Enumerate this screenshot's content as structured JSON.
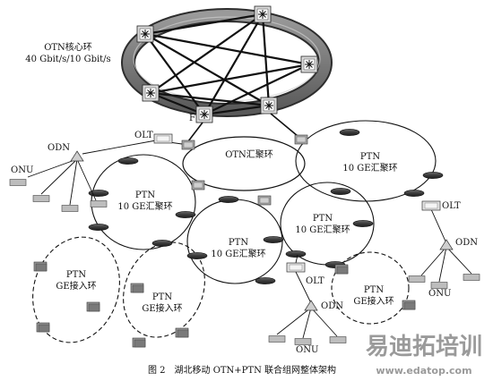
{
  "diagram": {
    "core_ring": {
      "title": "OTN核心环",
      "speed": "40 Gbit/s/10 Gbit/s"
    },
    "otn_agg_ring": {
      "label": "OTN汇聚环"
    },
    "ptn_agg_rings": [
      {
        "line1": "PTN",
        "line2": "10 GE汇聚环"
      },
      {
        "line1": "PTN",
        "line2": "10 GE汇聚环"
      },
      {
        "line1": "PTN",
        "line2": "10 GE汇聚环"
      },
      {
        "line1": "PTN",
        "line2": "10 GE汇聚环"
      }
    ],
    "ptn_access_rings": [
      {
        "line1": "PTN",
        "line2": "GE接入环"
      },
      {
        "line1": "PTN",
        "line2": "GE接入环"
      },
      {
        "line1": "PTN",
        "line2": "GE接入环"
      }
    ],
    "olt_labels": [
      "OLT",
      "OLT",
      "OLT"
    ],
    "odn_labels": [
      "ODN",
      "ODN",
      "ODN"
    ],
    "onu_labels": [
      "ONU",
      "ONU",
      "ONU"
    ],
    "f_label": "F",
    "caption": "图 2　湖北移动 OTN+PTN 联合组网整体架构",
    "watermark": {
      "text": "易迪拓培训",
      "url": "www.edatop.com"
    }
  }
}
